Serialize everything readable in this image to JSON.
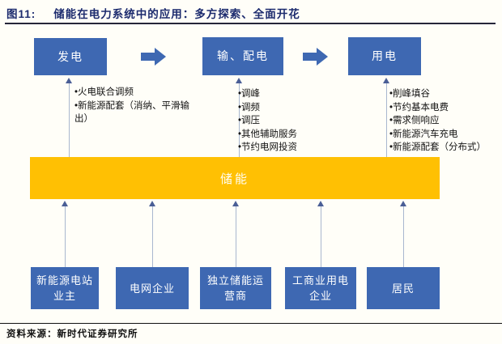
{
  "title": {
    "label": "图11:",
    "text": "储能在电力系统中的应用：多方探索、全面开花"
  },
  "colors": {
    "box_blue": "#3e68b2",
    "bar_orange": "#ffc003",
    "title_navy": "#1c2b6e",
    "connector_line": "#a9b7cf",
    "connector_head": "#4a5e96"
  },
  "top_flow": {
    "nodes": [
      {
        "label": "发电"
      },
      {
        "label": "输、配电"
      },
      {
        "label": "用电"
      }
    ]
  },
  "bullet_lists": {
    "generation": {
      "items": [
        "•火电联合调频",
        "•新能源配套（消纳、平滑输出）"
      ]
    },
    "grid": {
      "items": [
        "•调峰",
        "•调频",
        "•调压",
        "•其他辅助服务",
        "•节约电网投资"
      ]
    },
    "consumption": {
      "items": [
        "•削峰填谷",
        "•节约基本电费",
        "•需求侧响应",
        "•新能源汽车充电",
        "•新能源配套（分布式）"
      ]
    }
  },
  "storage_bar": {
    "label": "储能"
  },
  "bottom_nodes": [
    {
      "label": "新能源电站业主"
    },
    {
      "label": "电网企业"
    },
    {
      "label": "独立储能运营商"
    },
    {
      "label": "工商业用电企业"
    },
    {
      "label": "居民"
    }
  ],
  "footer": {
    "source": "资料来源：新时代证券研究所"
  }
}
